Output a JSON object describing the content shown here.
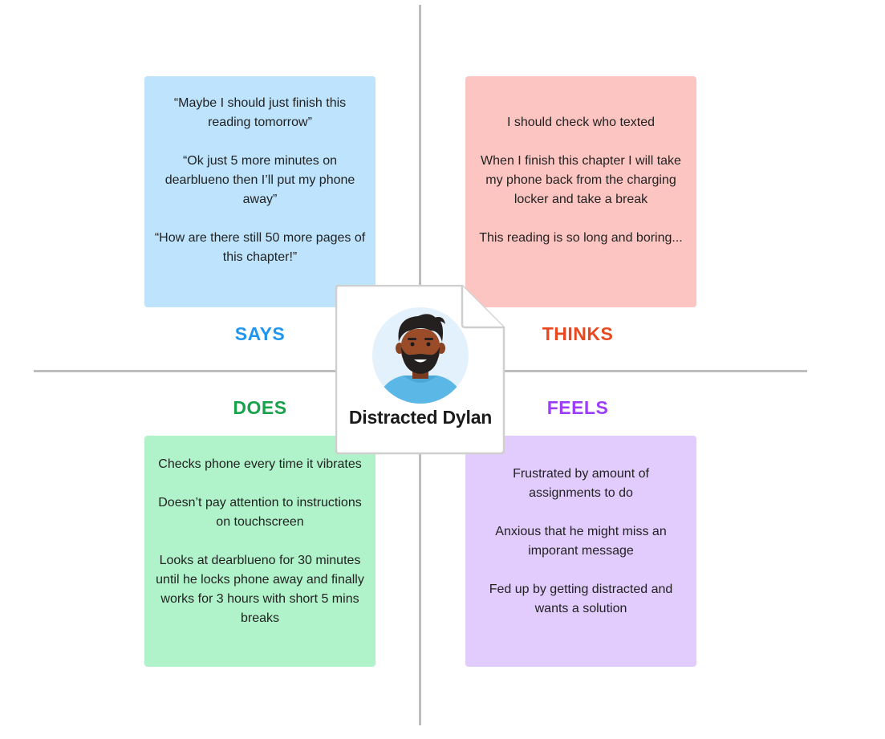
{
  "persona": {
    "name": "Distracted Dylan"
  },
  "quadrants": {
    "says": {
      "label": "SAYS",
      "color": "#1e96f0",
      "note_color": "#bde3fd",
      "items": [
        "“Maybe I should just finish this reading tomorrow”",
        "“Ok just 5 more minutes on dearblueno then I’ll put my phone away”",
        "“How are there still 50 more pages of this chapter!”"
      ]
    },
    "thinks": {
      "label": "THINKS",
      "color": "#e8481f",
      "note_color": "#fdc5c1",
      "items": [
        "I should check who texted",
        "When I finish this chapter I will take my phone back from the charging locker and take a break",
        "This reading is so long and boring..."
      ]
    },
    "does": {
      "label": "DOES",
      "color": "#17a24b",
      "note_color": "#b0f3ca",
      "items": [
        "Checks phone every time it vibrates",
        "Doesn’t pay attention to instructions on touchscreen",
        "Looks at dearblueno for 30 minutes until he locks phone away and finally works for 3 hours with short 5 mins breaks"
      ]
    },
    "feels": {
      "label": "FEELS",
      "color": "#9b3dfa",
      "note_color": "#e2ccfd",
      "items": [
        "Frustrated by amount of assignments to do",
        "Anxious that he might miss an imporant message",
        "Fed up by getting distracted and wants a solution"
      ]
    }
  }
}
